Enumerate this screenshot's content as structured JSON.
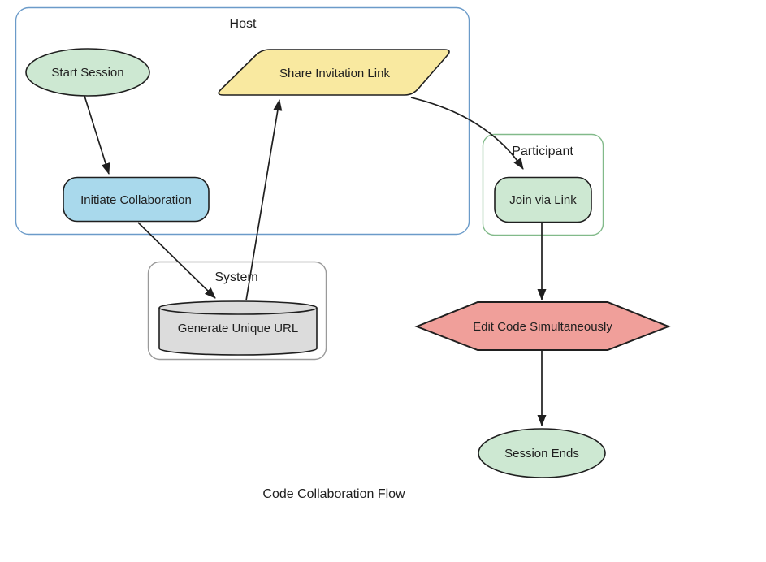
{
  "diagram": {
    "title": "Code Collaboration Flow",
    "type": "flowchart"
  },
  "colors": {
    "green_fill": "#cde8d2",
    "blue_fill": "#a9d9ec",
    "yellow_fill": "#f9e9a0",
    "red_fill": "#f09f9a",
    "gray_fill": "#dcdcdc",
    "host_border": "#6b9bc9",
    "participant_border": "#82ba8a",
    "system_border": "#9a9a9a",
    "node_border": "#1f1f1f",
    "edge": "#1f1f1f",
    "text": "#1f1f1f",
    "background": "#ffffff"
  },
  "containers": {
    "host": {
      "label": "Host"
    },
    "participant": {
      "label": "Participant"
    },
    "system": {
      "label": "System"
    }
  },
  "nodes": {
    "start": {
      "label": "Start Session",
      "shape": "ellipse"
    },
    "initiate": {
      "label": "Initiate Collaboration",
      "shape": "rounded-rect"
    },
    "share": {
      "label": "Share Invitation Link",
      "shape": "parallelogram"
    },
    "generate": {
      "label": "Generate Unique URL",
      "shape": "cylinder"
    },
    "join": {
      "label": "Join via Link",
      "shape": "rounded-rect"
    },
    "edit": {
      "label": "Edit Code Simultaneously",
      "shape": "hexagon"
    },
    "end": {
      "label": "Session Ends",
      "shape": "ellipse"
    }
  },
  "edges": [
    {
      "from": "start",
      "to": "initiate"
    },
    {
      "from": "initiate",
      "to": "generate"
    },
    {
      "from": "generate",
      "to": "share"
    },
    {
      "from": "share",
      "to": "join"
    },
    {
      "from": "join",
      "to": "edit"
    },
    {
      "from": "edit",
      "to": "end"
    }
  ]
}
